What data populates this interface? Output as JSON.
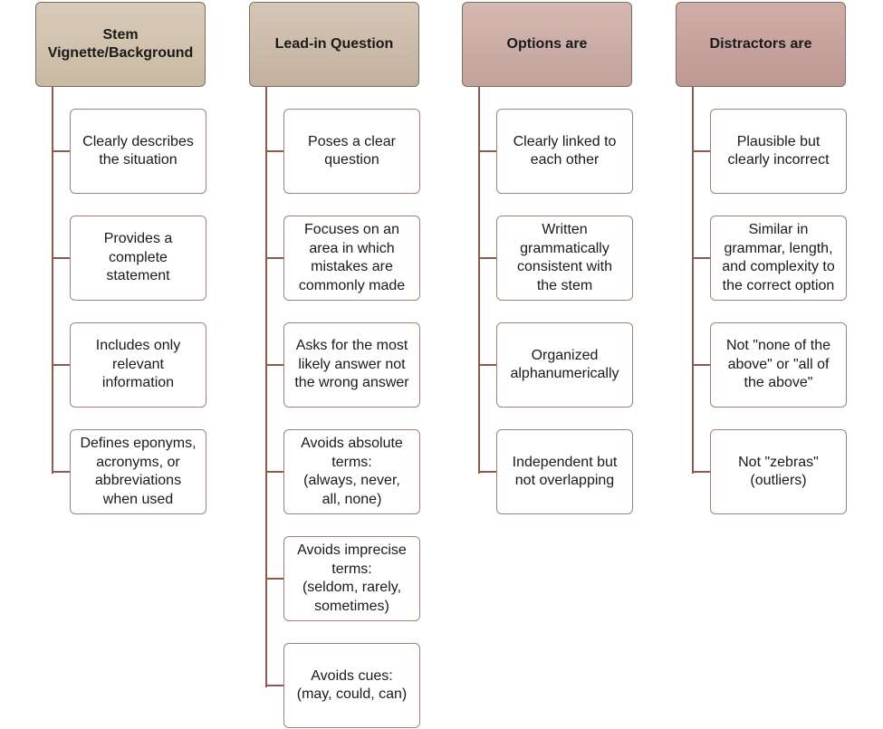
{
  "diagram": {
    "columns": [
      {
        "header": "Stem\nVignette/Background",
        "items": [
          "Clearly describes\nthe situation",
          "Provides a\ncomplete\nstatement",
          "Includes only\nrelevant\ninformation",
          "Defines eponyms,\nacronyms, or\nabbreviations\nwhen used"
        ]
      },
      {
        "header": "Lead-in Question",
        "items": [
          "Poses a clear\nquestion",
          "Focuses on an\narea in which\nmistakes are\ncommonly made",
          "Asks for the most\nlikely answer not\nthe wrong answer",
          "Avoids absolute\nterms:\n(always, never,\nall, none)",
          "Avoids imprecise\nterms:\n(seldom, rarely,\nsometimes)",
          "Avoids cues:\n(may, could, can)"
        ]
      },
      {
        "header": "Options are",
        "items": [
          "Clearly linked to\neach other",
          "Written\ngrammatically\nconsistent with\nthe stem",
          "Organized\nalphanumerically",
          "Independent but\nnot overlapping"
        ]
      },
      {
        "header": "Distractors are",
        "items": [
          "Plausible but\nclearly incorrect",
          "Similar in\ngrammar, length,\nand complexity to\nthe correct option",
          "Not \"none of the\nabove\" or \"all of\nthe above\"",
          "Not \"zebras\"\n(outliers)"
        ]
      }
    ]
  }
}
